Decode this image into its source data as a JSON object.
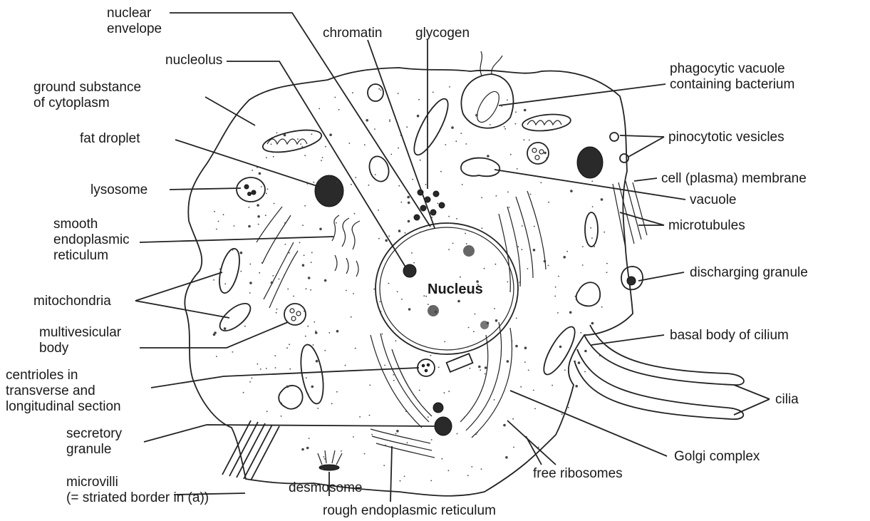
{
  "diagram": {
    "labels": {
      "nuclear_envelope": [
        "nuclear",
        "envelope"
      ],
      "chromatin": "chromatin",
      "glycogen": "glycogen",
      "nucleolus": "nucleolus",
      "ground_substance": [
        "ground substance",
        "of cytoplasm"
      ],
      "phagocytic_vacuole": [
        "phagocytic vacuole",
        "containing bacterium"
      ],
      "fat_droplet": "fat droplet",
      "pinocytotic_vesicles": "pinocytotic vesicles",
      "cell_membrane": "cell (plasma) membrane",
      "lysosome": "lysosome",
      "vacuole": "vacuole",
      "smooth_er": [
        "smooth",
        "endoplasmic",
        "reticulum"
      ],
      "microtubules": "microtubules",
      "discharging_granule": "discharging granule",
      "nucleus": "Nucleus",
      "mitochondria": "mitochondria",
      "multivesicular_body": [
        "multivesicular",
        "body"
      ],
      "basal_body": "basal body of cilium",
      "centrioles": [
        "centrioles in",
        "transverse and",
        "longitudinal section"
      ],
      "cilia": "cilia",
      "secretory_granule": [
        "secretory",
        "granule"
      ],
      "golgi_complex": "Golgi complex",
      "microvilli": [
        "microvilli",
        "(= striated border in (a))"
      ],
      "free_ribosomes": "free ribosomes",
      "desmosome": "desmosome",
      "rough_er": "rough endoplasmic reticulum"
    }
  }
}
